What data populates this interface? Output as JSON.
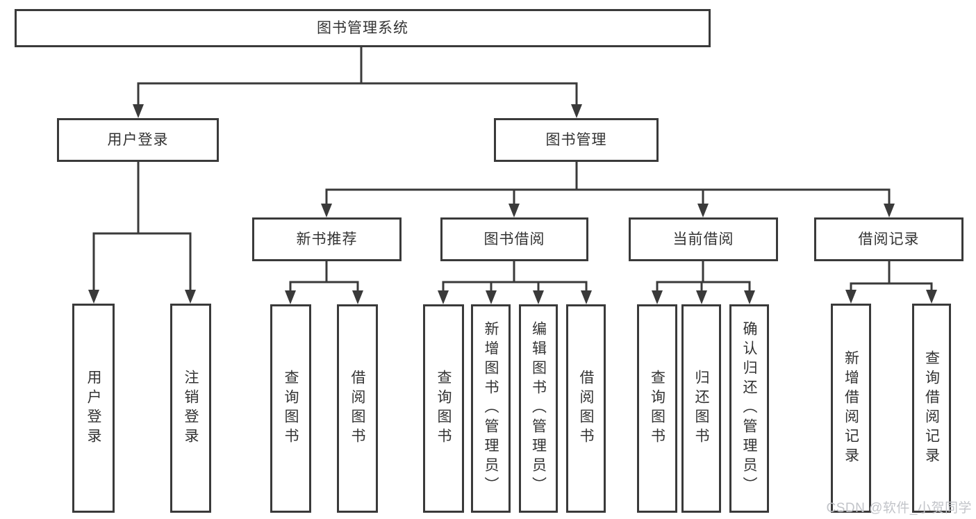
{
  "tree": {
    "label": "图书管理系统",
    "children": [
      {
        "label": "用户登录",
        "children": [
          {
            "label": "用户登录"
          },
          {
            "label": "注销登录"
          }
        ]
      },
      {
        "label": "图书管理",
        "children": [
          {
            "label": "新书推荐",
            "children": [
              {
                "label": "查询图书"
              },
              {
                "label": "借阅图书"
              }
            ]
          },
          {
            "label": "图书借阅",
            "children": [
              {
                "label": "查询图书"
              },
              {
                "label": "新增图书（管理员）"
              },
              {
                "label": "编辑图书（管理员）"
              },
              {
                "label": "借阅图书"
              }
            ]
          },
          {
            "label": "当前借阅",
            "children": [
              {
                "label": "查询图书"
              },
              {
                "label": "归还图书"
              },
              {
                "label": "确认归还（管理员）"
              }
            ]
          },
          {
            "label": "借阅记录",
            "children": [
              {
                "label": "新增借阅记录"
              },
              {
                "label": "查询借阅记录"
              }
            ]
          }
        ]
      }
    ]
  },
  "watermark": "CSDN @软件_小贺同学",
  "colors": {
    "line": "#3a3a3a",
    "text": "#333333",
    "watermark": "#c2c4c9"
  }
}
